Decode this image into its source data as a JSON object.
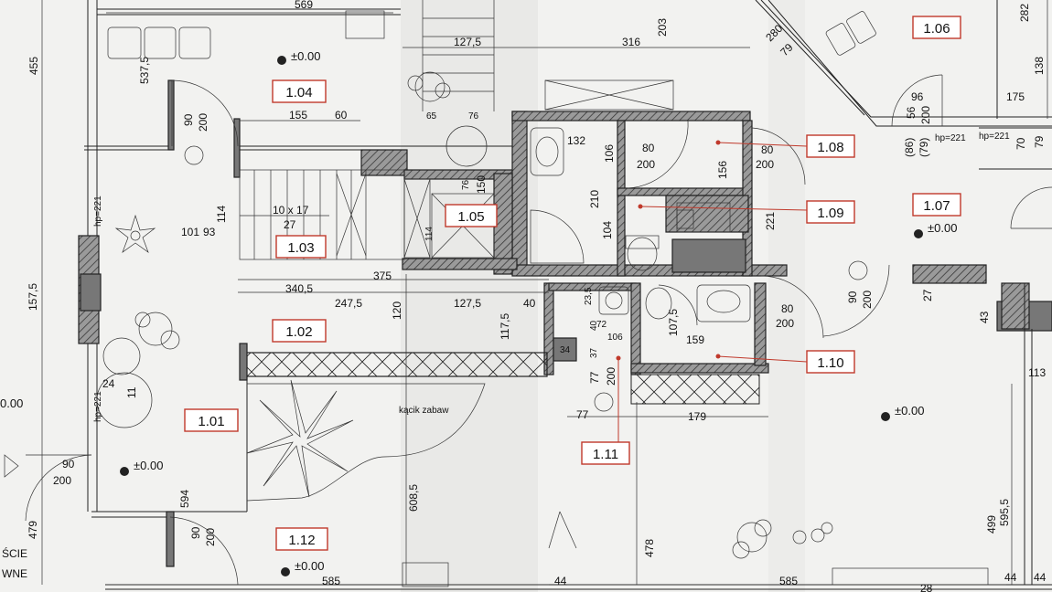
{
  "rooms": [
    {
      "id": "r104",
      "label": "1.04"
    },
    {
      "id": "r103",
      "label": "1.03"
    },
    {
      "id": "r105",
      "label": "1.05"
    },
    {
      "id": "r102",
      "label": "1.02"
    },
    {
      "id": "r101",
      "label": "1.01"
    },
    {
      "id": "r112",
      "label": "1.12"
    },
    {
      "id": "r111",
      "label": "1.11"
    },
    {
      "id": "r106",
      "label": "1.06"
    },
    {
      "id": "r107",
      "label": "1.07"
    },
    {
      "id": "r108",
      "label": "1.08"
    },
    {
      "id": "r109",
      "label": "1.09"
    },
    {
      "id": "r110",
      "label": "1.10"
    }
  ],
  "levels": {
    "l104": "±0.00",
    "l101": "±0.00",
    "l112": "±0.00",
    "l107": "±0.00",
    "lright": "±0.00",
    "lleft": "0.00"
  },
  "dims": {
    "d569": "569",
    "d455": "455",
    "d537": "537,5",
    "d1275a": "127,5",
    "d316": "316",
    "d203": "203",
    "d280": "280",
    "d79a": "79",
    "d282": "282",
    "d138": "138",
    "d155": "155",
    "d60": "60",
    "d65": "65",
    "d76": "76",
    "d90a": "90",
    "d200a": "200",
    "d132": "132",
    "d80a": "80",
    "d200b": "200",
    "d106a": "106",
    "d80b": "80",
    "d200c": "200",
    "d156": "156",
    "d96": "96",
    "d56": "56",
    "d200d": "200",
    "d175": "175",
    "d86": "(86)",
    "d79b": "(79)",
    "d70": "70",
    "d79c": "79",
    "d10x17": "10 x 17",
    "d27a": "27",
    "d114a": "114",
    "d101": "101",
    "d93": "93",
    "d114b": "114",
    "d150": "150",
    "d76b": "76",
    "d210": "210",
    "d104": "104",
    "d221": "221",
    "d1575": "157,5",
    "d375": "375",
    "d3405": "340,5",
    "d2475": "247,5",
    "d1275b": "127,5",
    "d40a": "40",
    "d120": "120",
    "d1175": "117,5",
    "d235": "23,5",
    "d40b": "40",
    "d72": "72",
    "d106b": "106",
    "d34": "34",
    "d37": "37",
    "d1075": "107,5",
    "d159": "159",
    "d80c": "80",
    "d200e": "200",
    "d90b": "90",
    "d200f": "200",
    "d27b": "27",
    "d43": "43",
    "d113": "113",
    "d11": "11",
    "d24": "24",
    "d77a": "77",
    "d77b": "77",
    "d200g": "200",
    "d179": "179",
    "d90c": "90",
    "d200h": "200",
    "d594": "594",
    "d6085": "608,5",
    "d478": "478",
    "d5955": "595,5",
    "d499": "499",
    "d90d": "90",
    "d200i": "200",
    "d479": "479",
    "d585a": "585",
    "d585b": "585",
    "d44a": "44",
    "d44b": "44",
    "d44c": "44",
    "d28": "28"
  },
  "labels": {
    "kacik": "kącik zabaw",
    "hp1": "hp=221",
    "hp2": "hp=221",
    "hp3": "hp=221",
    "hp4": "hp=221",
    "entrance1": "ŚCIE",
    "entrance2": "WNE"
  }
}
